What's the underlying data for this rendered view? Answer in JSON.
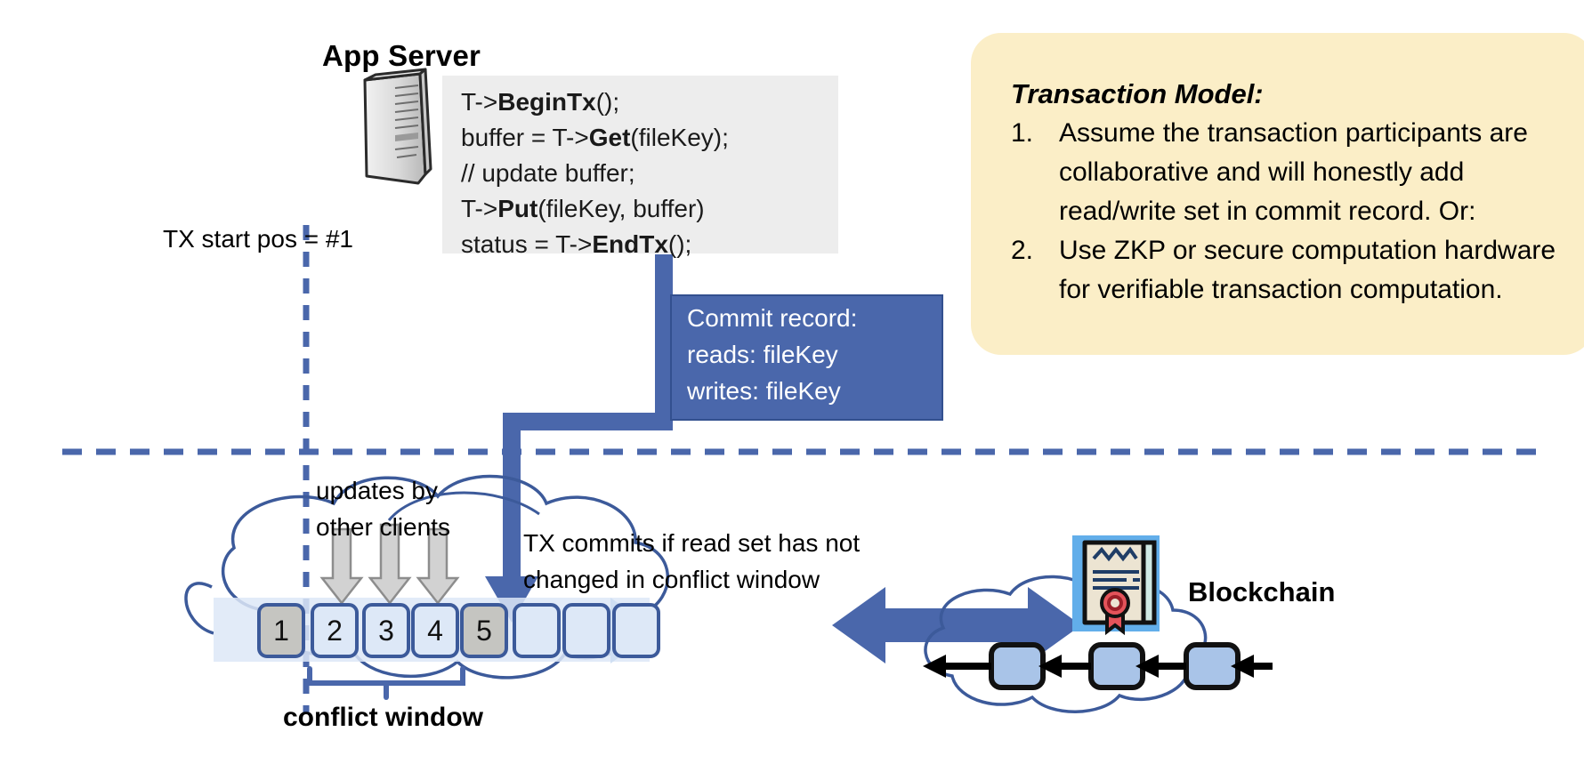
{
  "app_server": {
    "title": "App Server",
    "icon": "server-tower-icon",
    "code": [
      {
        "pre": "T->",
        "bold": "BeginTx",
        "post": "();"
      },
      {
        "pre": "buffer = T->",
        "bold": "Get",
        "post": "(fileKey);"
      },
      {
        "pre": "// update buffer;",
        "bold": "",
        "post": ""
      },
      {
        "pre": "T->",
        "bold": "Put",
        "post": "(fileKey, buffer)"
      },
      {
        "pre": "status = T->",
        "bold": "EndTx",
        "post": "();"
      }
    ]
  },
  "tx_start": {
    "label": "TX start pos = #1"
  },
  "commit_record": {
    "title": "Commit record:",
    "reads": "reads: fileKey",
    "writes": "writes: fileKey",
    "bg_color": "#4a67ab"
  },
  "transaction_model": {
    "title": "Transaction Model:",
    "bg_color": "#fbeec7",
    "items": [
      {
        "num": "1.",
        "text": "Assume the transaction participants are collaborative and will honestly add read/write set in commit record.  Or:"
      },
      {
        "num": "2.",
        "text": "Use ZKP or secure computation hardware for verifiable transaction computation."
      }
    ]
  },
  "ledger": {
    "updates_label": "updates by\nother clients",
    "commits_label": "TX commits if read set has not\nchanged in conflict window",
    "conflict_window_label": "conflict window",
    "cells": [
      {
        "label": "1",
        "state": "filled"
      },
      {
        "label": "2",
        "state": "open"
      },
      {
        "label": "3",
        "state": "open"
      },
      {
        "label": "4",
        "state": "open"
      },
      {
        "label": "5",
        "state": "filled"
      },
      {
        "label": "",
        "state": "open"
      },
      {
        "label": "",
        "state": "open"
      },
      {
        "label": "",
        "state": "open"
      }
    ],
    "update_arrow_count": 3,
    "accent_color": "#4a67ab",
    "cell_border_color": "#3c5a9a"
  },
  "blockchain": {
    "label": "Blockchain",
    "icon": "certificate-icon",
    "block_count": 3,
    "arrow_direction": "left"
  },
  "divider": {
    "style": "dashed",
    "color": "#4a67ab"
  }
}
